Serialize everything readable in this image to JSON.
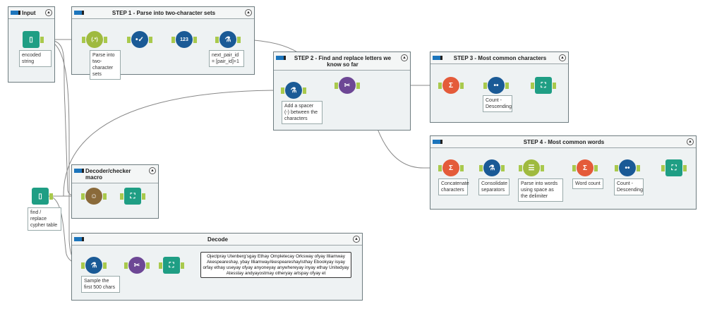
{
  "containers": [
    {
      "id": "input",
      "title": "Input"
    },
    {
      "id": "step1",
      "title": "STEP 1 - Parse into two-character sets"
    },
    {
      "id": "step2",
      "title": "STEP 2 - Find and replace letters we know so far"
    },
    {
      "id": "step3",
      "title": "STEP 3 - Most common characters"
    },
    {
      "id": "step4",
      "title": "STEP 4 - Most common words"
    },
    {
      "id": "decoder",
      "title": "Decoder/checker macro"
    },
    {
      "id": "decode",
      "title": "Decode"
    }
  ],
  "tools": [
    {
      "id": "in1",
      "type": "input-data",
      "icon": "book-icon",
      "color": "#1f9e84",
      "label": "encoded string"
    },
    {
      "id": "regex",
      "type": "regex",
      "icon": "regex-icon",
      "color": "#9fba3f",
      "label": "Parse into two-character sets"
    },
    {
      "id": "select",
      "type": "select",
      "icon": "select-icon",
      "color": "#1a5a96",
      "label": ""
    },
    {
      "id": "recid",
      "type": "record-id",
      "icon": "record-id-icon",
      "color": "#1a5a96",
      "label": ""
    },
    {
      "id": "mrow",
      "type": "multi-row-formula",
      "icon": "flask-icon",
      "color": "#1a5a96",
      "label": "next_pair_id = [pair_id]+1"
    },
    {
      "id": "f2",
      "type": "formula",
      "icon": "flask-icon",
      "color": "#1a5a96",
      "label": "Add a spacer (-) between the characters"
    },
    {
      "id": "fr1",
      "type": "find-replace",
      "icon": "find-replace-icon",
      "color": "#6d4795",
      "label": ""
    },
    {
      "id": "sum1",
      "type": "summarize",
      "icon": "sigma-icon",
      "color": "#e45b3a",
      "label": ""
    },
    {
      "id": "sort1",
      "type": "sort",
      "icon": "sort-icon",
      "color": "#1a5a96",
      "label": "Count - Descending"
    },
    {
      "id": "br1",
      "type": "browse",
      "icon": "binoculars-icon",
      "color": "#1f9e84",
      "label": ""
    },
    {
      "id": "sum2",
      "type": "summarize",
      "icon": "sigma-icon",
      "color": "#e45b3a",
      "label": "Concatenate characters"
    },
    {
      "id": "f3",
      "type": "formula",
      "icon": "flask-icon",
      "color": "#1a5a96",
      "label": "Consolidate separators"
    },
    {
      "id": "ttc",
      "type": "text-to-columns",
      "icon": "text-to-columns-icon",
      "color": "#9fba3f",
      "label": "Parse into words using space as the delimiter"
    },
    {
      "id": "sum3",
      "type": "summarize",
      "icon": "sigma-icon",
      "color": "#e45b3a",
      "label": "Word count"
    },
    {
      "id": "sort2",
      "type": "sort",
      "icon": "sort-icon",
      "color": "#1a5a96",
      "label": "Count - Descending"
    },
    {
      "id": "br2",
      "type": "browse",
      "icon": "binoculars-icon",
      "color": "#1f9e84",
      "label": ""
    },
    {
      "id": "in2",
      "type": "input-data",
      "icon": "book-icon",
      "color": "#1f9e84",
      "label": "find / replace cypher table"
    },
    {
      "id": "macro",
      "type": "macro",
      "icon": "macro-portrait-icon",
      "color": "#8a6a3a",
      "label": ""
    },
    {
      "id": "br3",
      "type": "browse",
      "icon": "binoculars-icon",
      "color": "#1f9e84",
      "label": ""
    },
    {
      "id": "samp",
      "type": "sample",
      "icon": "flask-icon",
      "color": "#1a5a96",
      "label": "Sample the first 500 chars"
    },
    {
      "id": "fr2",
      "type": "find-replace",
      "icon": "find-replace-icon",
      "color": "#6d4795",
      "label": ""
    },
    {
      "id": "br4",
      "type": "browse",
      "icon": "binoculars-icon",
      "color": "#1f9e84",
      "label": ""
    }
  ],
  "comment": "Ojectpray Utenberg'sgay Ethay Ompletecay Orksway ofyay Illiamway Akespeareshay, ybay IlliamwayAkespeareshayIsthay Ebookyay isyay orfay ethay useyay ofyay anyoneyay anywhereyay inyay ethay Unitedyay Atesstay andyayostmay otheryay artspay ofyay et"
}
